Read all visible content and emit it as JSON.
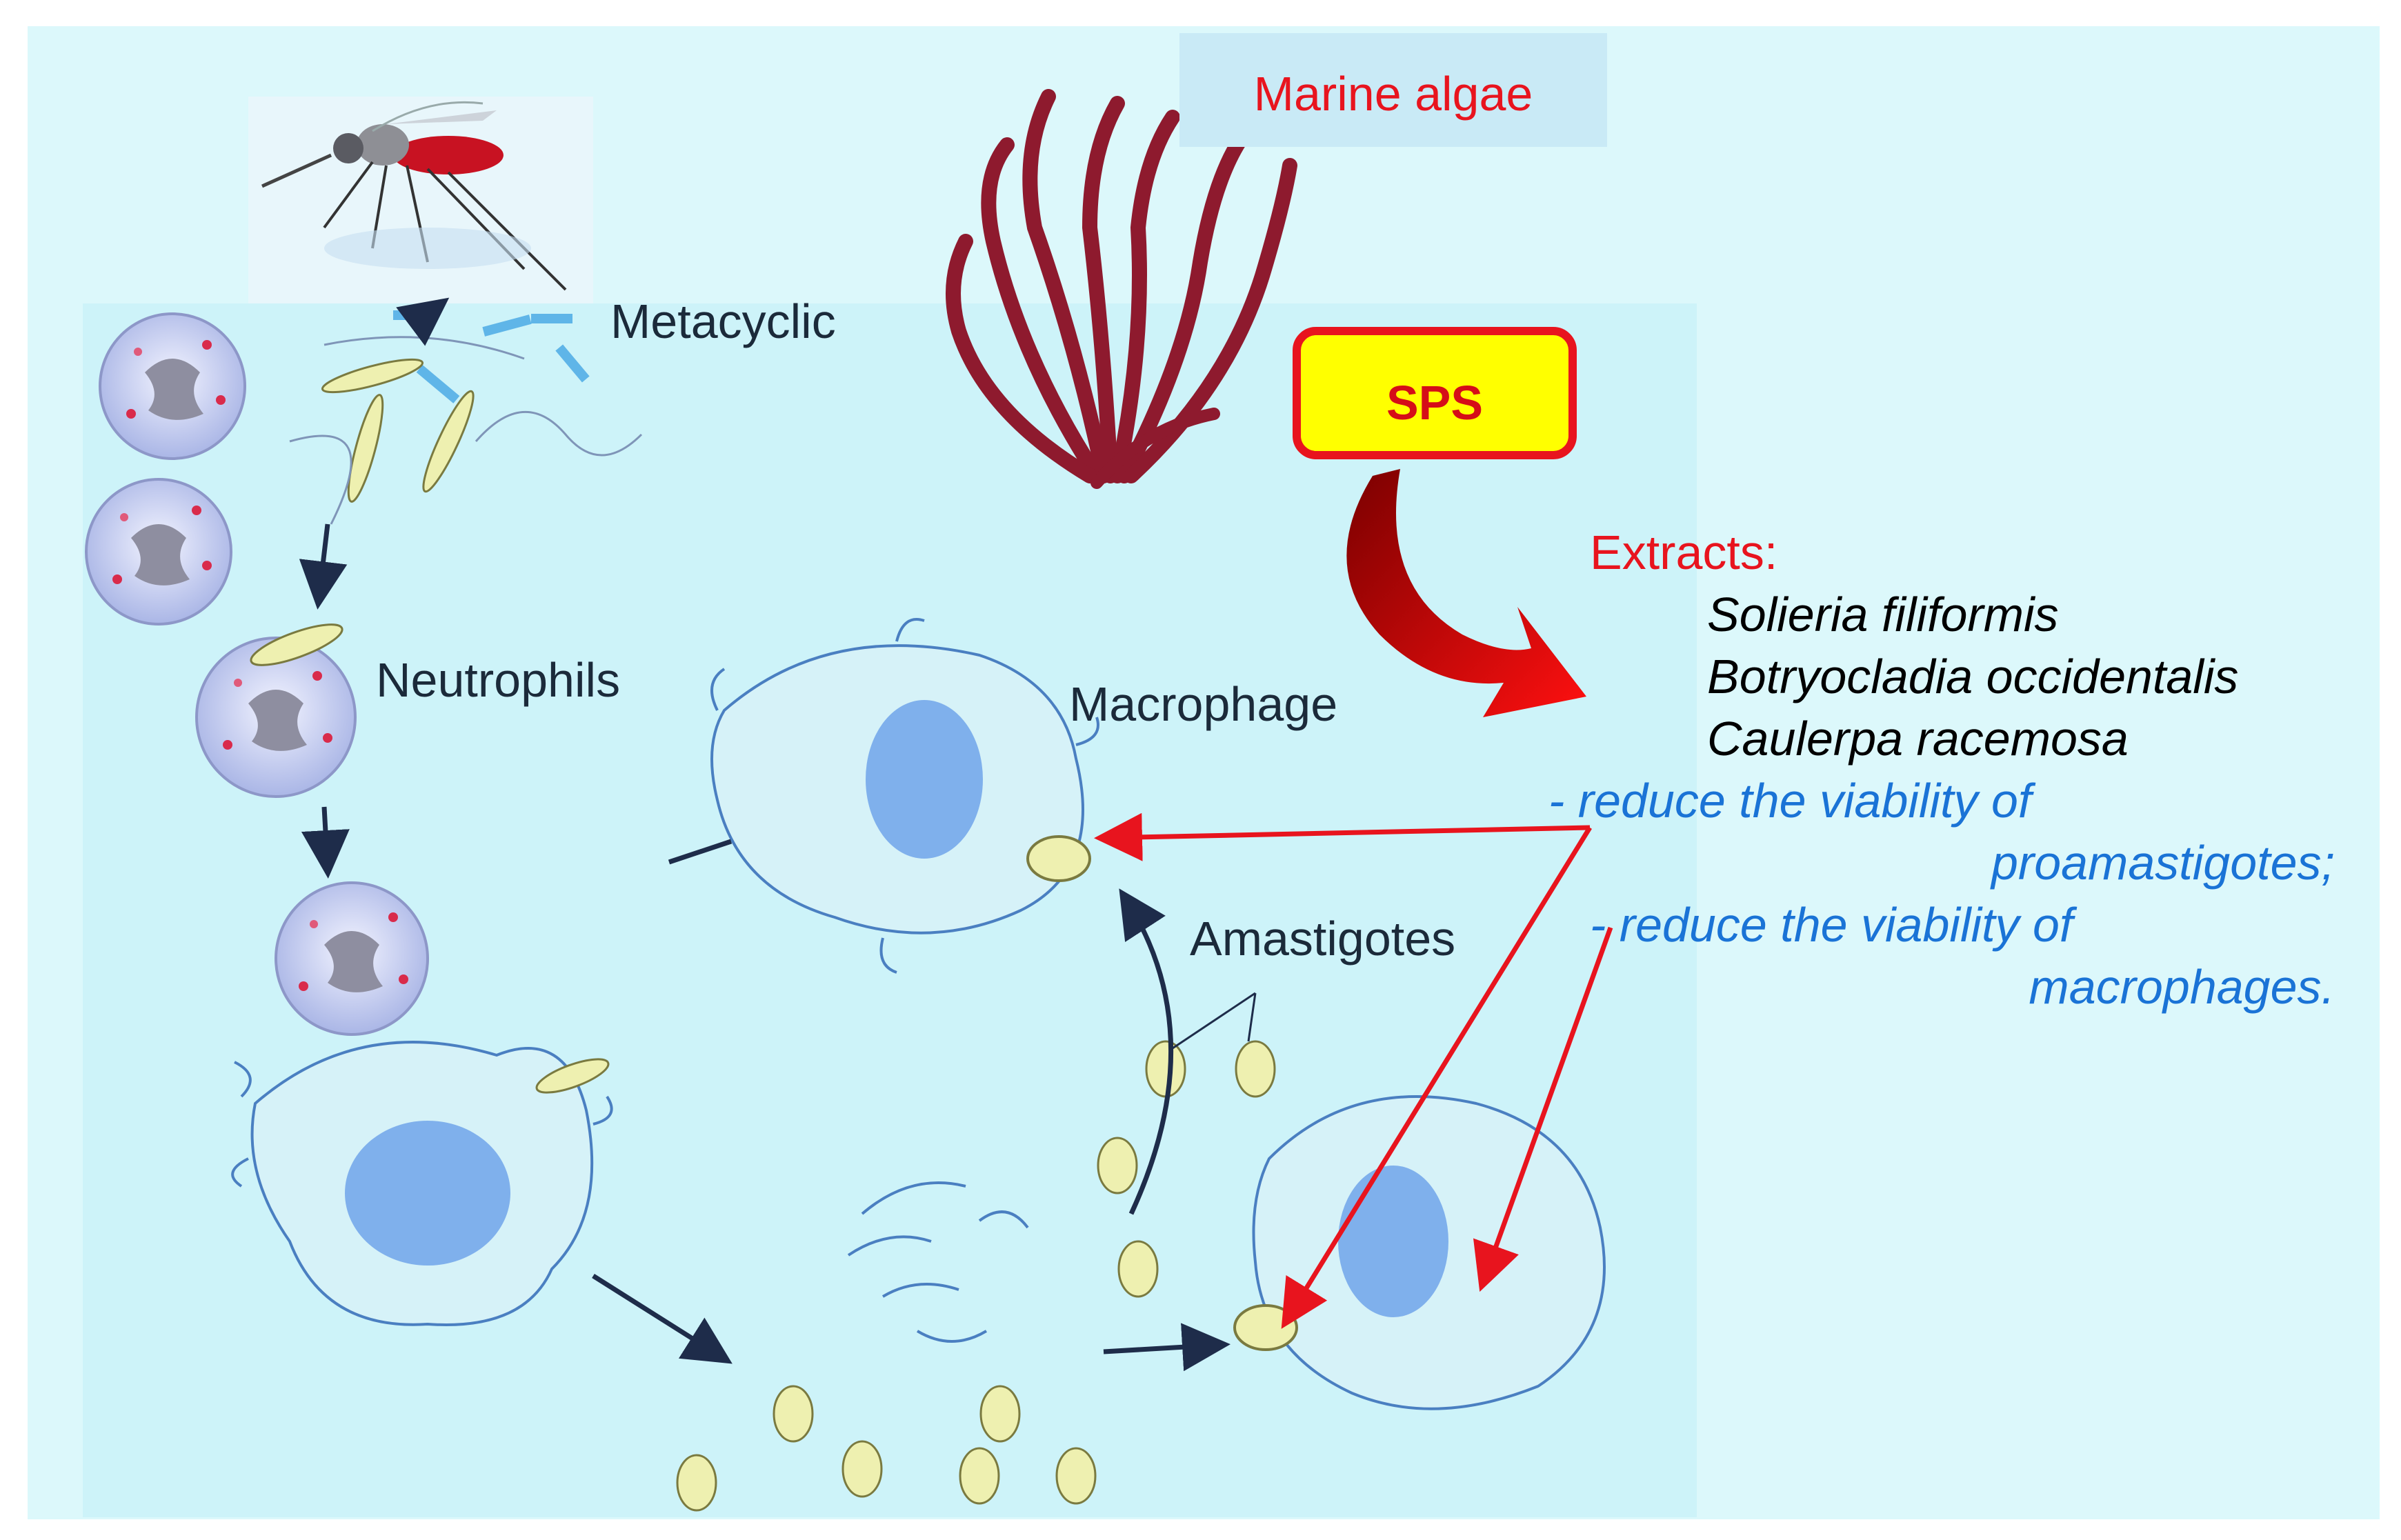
{
  "labels": {
    "marine_algae": "Marine algae",
    "sps": "SPS",
    "metacyclic": "Metacyclic",
    "neutrophils": "Neutrophils",
    "macrophage": "Macrophage",
    "amastigotes": "Amastigotes"
  },
  "extracts": {
    "heading": "Extracts:",
    "species": [
      "Solieria filiformis",
      "Botryocladia occidentalis",
      "Caulerpa racemosa"
    ],
    "effects": [
      {
        "line1": "- reduce the viability of",
        "line2": "proamastigotes;"
      },
      {
        "line1": "- reduce the viability of",
        "line2": "macrophages."
      }
    ]
  },
  "colors": {
    "background": "#dcf8fb",
    "panel": "#cdf3f9",
    "label_box": "#c9eaf6",
    "red": "#e8141e",
    "dark_red": "#8e1a2e",
    "blue_text": "#1a73d6",
    "dark_text": "#1b2a3a",
    "sps_fill": "#ffff00",
    "cell_outline": "#4a7fc1",
    "nucleus": "#7fb0ec",
    "parasite": "#eef0b0",
    "arrow": "#1e2c4a"
  }
}
